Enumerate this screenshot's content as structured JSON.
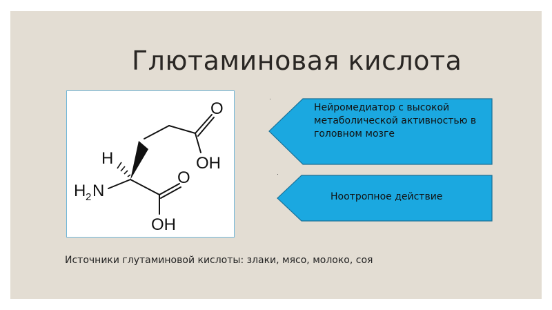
{
  "slide": {
    "title": "Глютаминовая кислота",
    "background": "#e3ddd3",
    "molecule": {
      "name": "glutamic-acid-structure",
      "labels": {
        "o_top": "O",
        "oh_top": "OH",
        "h": "H",
        "h2n": "H",
        "h2n_sub": "2",
        "h2n_n": "N",
        "o_bottom": "O",
        "oh_bottom": "OH"
      }
    },
    "arrows": [
      {
        "text": "Нейромедиатор с высокой метаболической активностью в головном мозге",
        "fill": "#1ba8e0"
      },
      {
        "text": "Ноотропное действие",
        "fill": "#1ba8e0"
      }
    ],
    "sources_text": "Источники глутаминовой кислоты: злаки, мясо, молоко, соя"
  }
}
